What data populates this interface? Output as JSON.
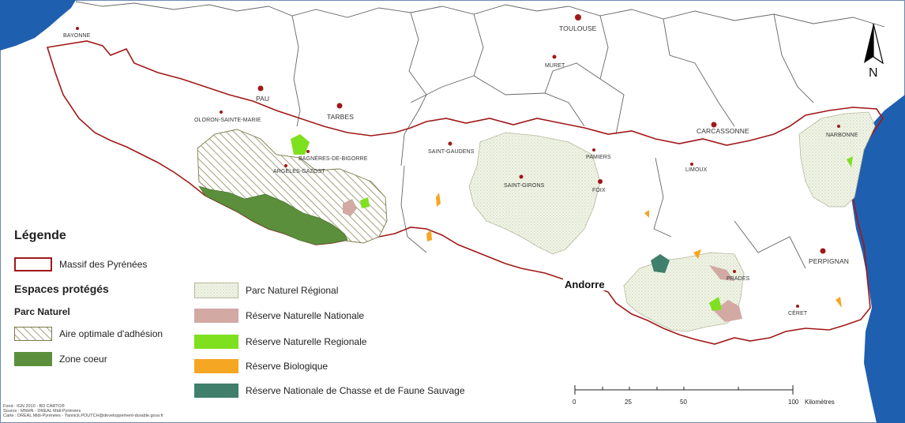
{
  "map": {
    "region": "Massif des Pyrénées",
    "cities": [
      {
        "name": "TOULOUSE",
        "major": true
      },
      {
        "name": "BAYONNE"
      },
      {
        "name": "PAU",
        "major": true
      },
      {
        "name": "TARBES",
        "major": true
      },
      {
        "name": "MURET"
      },
      {
        "name": "OLORON-SAINTE-MARIE"
      },
      {
        "name": "BAGNÈRES-DE-BIGORRE"
      },
      {
        "name": "ARGELES-GAZOST"
      },
      {
        "name": "SAINT-GAUDENS"
      },
      {
        "name": "PAMIERS"
      },
      {
        "name": "SAINT-GIRONS"
      },
      {
        "name": "FOIX"
      },
      {
        "name": "CARCASSONNE",
        "major": true
      },
      {
        "name": "LIMOUX"
      },
      {
        "name": "NARBONNE"
      },
      {
        "name": "PERPIGNAN",
        "major": true
      },
      {
        "name": "PRADES"
      },
      {
        "name": "CÉRET"
      }
    ],
    "andorre_label": "Andorre",
    "north_label": "N"
  },
  "legend": {
    "title": "Légende",
    "massif": "Massif des Pyrénées",
    "protected_heading": "Espaces protégés",
    "parc_naturel_heading": "Parc Naturel",
    "items": {
      "aire_optimale": "Aire optimale d'adhésion",
      "zone_coeur": "Zone coeur",
      "pnr": "Parc Naturel Régional",
      "rnn": "Réserve Naturelle Nationale",
      "rnr": "Réserve Naturelle Regionale",
      "rb": "Réserve Biologique",
      "rncfs": "Réserve Nationale de Chasse et de Faune Sauvage"
    },
    "colors": {
      "massif_border": "#a01818",
      "zone_coeur": "#5b8f3c",
      "pnr_fill": "#eef3e4",
      "rnn": "#d3a9a3",
      "rnr": "#7ee01f",
      "rb": "#f5a623",
      "rncfs": "#3f7f6c",
      "sea": "#1f5fb0"
    }
  },
  "scale": {
    "ticks": [
      "0",
      "25",
      "50",
      "100"
    ],
    "unit": "Kilomètres"
  },
  "credits": {
    "line1": "Fond : IGN 2010 - BD CARTO®",
    "line2": "Source : MNHN - DREAL Midi-Pyrénées",
    "line3": "Carte : DREAL Midi-Pyrénées - Yannick.POUTCH@developpement-durable.gouv.fr"
  }
}
